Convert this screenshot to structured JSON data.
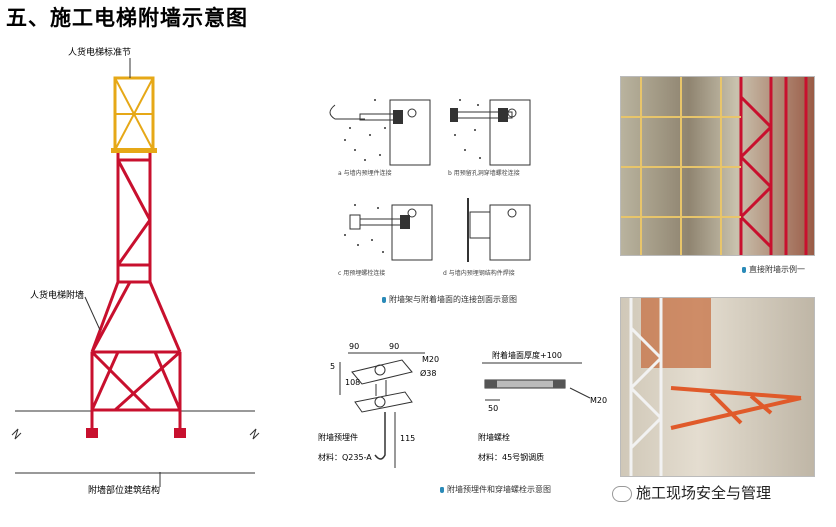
{
  "title": "五、施工电梯附墙示意图",
  "left_diagram": {
    "label_standard": "人货电梯标准节",
    "label_wall": "人货电梯附墙",
    "label_floor": "附墙部位建筑结构"
  },
  "connection_detail": {
    "a": "a 与墙内预埋件连接",
    "b": "b 用预留孔洞穿墙螺栓连接",
    "c": "c 用预埋螺栓连接",
    "d": "d 与墙内预埋钢结构件焊接",
    "caption": "附墙架与附着墙面的连接剖面示意图"
  },
  "embed_detail": {
    "dim_90a": "90",
    "dim_90b": "90",
    "dim_m20": "M20",
    "dim_38": "Ø38",
    "dim_5": "5",
    "dim_108": "108",
    "dim_115": "115",
    "name": "附墙预埋件",
    "material": "材料：Q235-A"
  },
  "bolt_detail": {
    "thickness": "附着墙面厚度+100",
    "dim_m20": "M20",
    "dim_50": "50",
    "name": "附墙螺栓",
    "material": "材料：45号钢调质",
    "caption": "附墙预埋件和穿墙螺栓示意图"
  },
  "photos": {
    "caption1": "直接附墙示例一"
  },
  "watermark": "施工现场安全与管理",
  "colors": {
    "frame": "#c8102e",
    "standard": "#e6a817",
    "caption_dot": "#2a8ab8"
  }
}
